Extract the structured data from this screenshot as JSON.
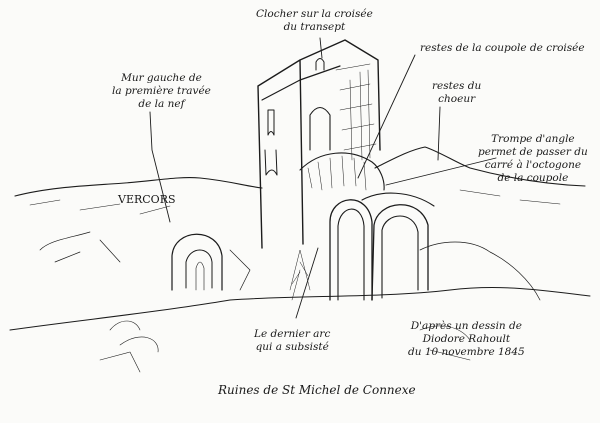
{
  "labels": {
    "clocher": "Clocher sur la croisée\ndu transept",
    "mur_gauche": "Mur gauche de\nla première travée\nde la nef",
    "restes_coupole": "restes de la coupole de croisée",
    "restes_choeur": "restes du\nchoeur",
    "trompe": "Trompe d'angle\npermet de passer du\ncarré à l'octogone\nde la coupole",
    "vercors": "VERCORS",
    "dernier_arc": "Le dernier arc\nqui a subsisté",
    "attribution": "D'après un dessin de\nDiodore Rahoult\ndu 10 novembre 1845",
    "caption": "Ruines de St Michel de Connexe"
  },
  "colors": {
    "ink": "#1c1c1c",
    "paper": "#fbfbf9"
  }
}
